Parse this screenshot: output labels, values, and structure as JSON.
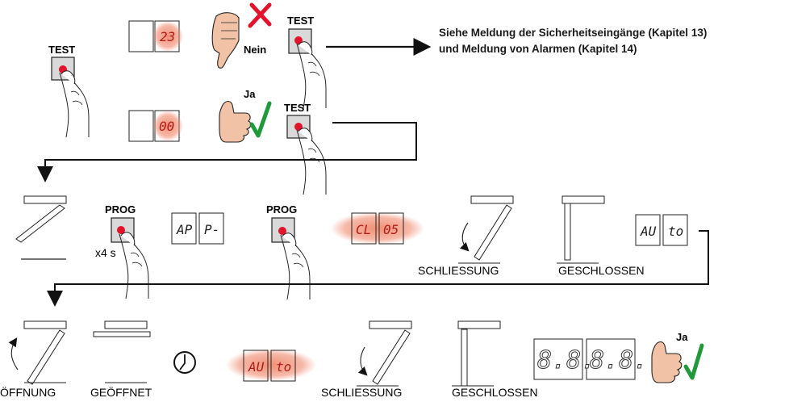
{
  "labels": {
    "test": "TEST",
    "prog": "PROG",
    "nein": "Nein",
    "ja": "Ja",
    "x4s": "x4 s",
    "schliessung": "SCHLIESSUNG",
    "geschlossen": "GESCHLOSSEN",
    "oeffnung": "ÖFFNUNG",
    "geoeffnet": "GEÖFFNET"
  },
  "note": {
    "line1": "Siehe Meldung der Sicherheitseingänge (Kapitel 13)",
    "line2": "und Meldung von Alarmen (Kapitel 14)"
  },
  "displays": {
    "err_code": "23",
    "ok_code": "00",
    "ap": "AP",
    "p_dash": "P-",
    "cl": "CL",
    "os": "05",
    "au": "AU",
    "to": "to",
    "eight_a": "8.8.",
    "eight_b": "8.8."
  },
  "colors": {
    "red_glow": "#f08a6e",
    "button_red": "#e3132b",
    "check_green": "#1f9a3a",
    "cross_red": "#e3132b",
    "line": "#222222"
  }
}
